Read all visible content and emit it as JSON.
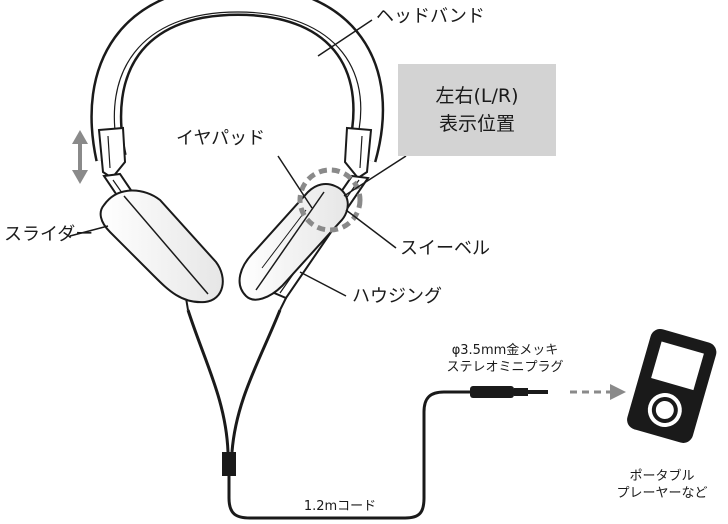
{
  "labels": {
    "headband": "ヘッドバンド",
    "lr_position_line1": "左右(L/R)",
    "lr_position_line2": "表示位置",
    "earpad": "イヤパッド",
    "slider": "スライダー",
    "swivel": "スイーベル",
    "housing": "ハウジング",
    "plug_line1": "φ3.5mm金メッキ",
    "plug_line2": "ステレオミニプラグ",
    "cord": "1.2mコード",
    "player_line1": "ポータブル",
    "player_line2": "プレーヤーなど"
  },
  "colors": {
    "line": "#1a1a1a",
    "callout_fill": "#d3d3d3",
    "swivel_ring": "#8a8a8a",
    "arrow_gray": "#8a8a8a",
    "player_body": "#1a1a1a",
    "player_screen": "#ffffff"
  },
  "icons": {
    "slider_arrow": "double-arrow-vertical",
    "direction_arrow": "dashed-arrow-right",
    "player": "portable-player-icon"
  }
}
